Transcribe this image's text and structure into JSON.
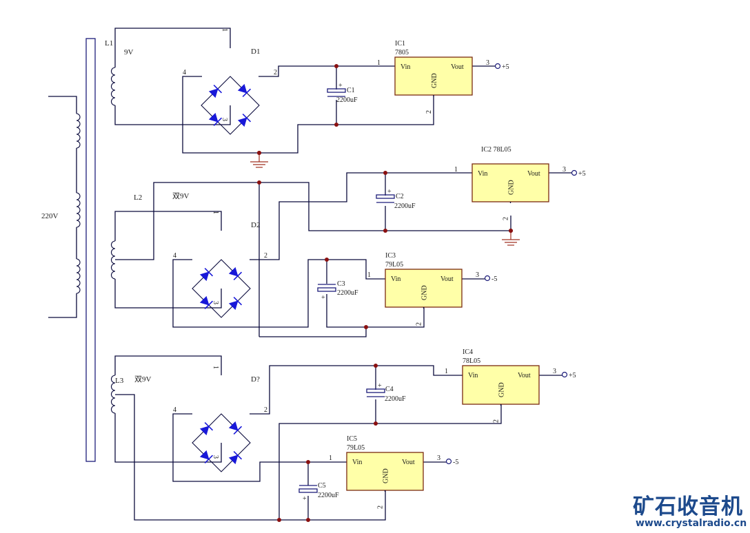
{
  "transformer": {
    "primary_label": "220V",
    "secondaries": [
      {
        "ref": "L1",
        "voltage": "9V"
      },
      {
        "ref": "L2",
        "voltage": "双9V"
      },
      {
        "ref": "L3",
        "voltage": "双9V"
      }
    ]
  },
  "bridges": [
    {
      "ref": "D1",
      "pins": [
        "1",
        "2",
        "3",
        "4"
      ]
    },
    {
      "ref": "D2",
      "pins": [
        "1",
        "2",
        "3",
        "4"
      ]
    },
    {
      "ref": "D?",
      "pins": [
        "1",
        "2",
        "3",
        "4"
      ]
    }
  ],
  "capacitors": [
    {
      "ref": "C1",
      "value": "2200uF",
      "polarity": "+"
    },
    {
      "ref": "C2",
      "value": "2200uF",
      "polarity": "+"
    },
    {
      "ref": "C3",
      "value": "2200uF",
      "polarity": "+"
    },
    {
      "ref": "C4",
      "value": "2200uF",
      "polarity": "+"
    },
    {
      "ref": "C5",
      "value": "2200uF",
      "polarity": "+"
    }
  ],
  "regulators": [
    {
      "ref": "IC1",
      "part": "7805",
      "vin": "Vin",
      "vout": "Vout",
      "gnd": "GND",
      "pin_in": "1",
      "pin_gnd": "2",
      "pin_out": "3",
      "output": "+5"
    },
    {
      "ref": "IC2",
      "part": "78L05",
      "vin": "Vin",
      "vout": "Vout",
      "gnd": "GND",
      "pin_in": "1",
      "pin_gnd": "2",
      "pin_out": "3",
      "output": "+5"
    },
    {
      "ref": "IC3",
      "part": "79L05",
      "vin": "Vin",
      "vout": "Vout",
      "gnd": "GND",
      "pin_in": "1",
      "pin_gnd": "2",
      "pin_out": "3",
      "output": "-5"
    },
    {
      "ref": "IC4",
      "part": "78L05",
      "vin": "Vin",
      "vout": "Vout",
      "gnd": "GND",
      "pin_in": "1",
      "pin_gnd": "2",
      "pin_out": "3",
      "output": "+5"
    },
    {
      "ref": "IC5",
      "part": "79L05",
      "vin": "Vin",
      "vout": "Vout",
      "gnd": "GND",
      "pin_in": "1",
      "pin_gnd": "2",
      "pin_out": "3",
      "output": "-5"
    }
  ],
  "watermark": {
    "title": "矿石收音机",
    "url": "www.crystalradio.cn"
  },
  "colors": {
    "wire": "#0a0a3c",
    "diode": "#1818d8",
    "ic_fill": "#ffffa8",
    "ic_border": "#7a2a10",
    "junction": "#8a1010",
    "ground": "#a03020",
    "logo": "#1d4a8c"
  }
}
